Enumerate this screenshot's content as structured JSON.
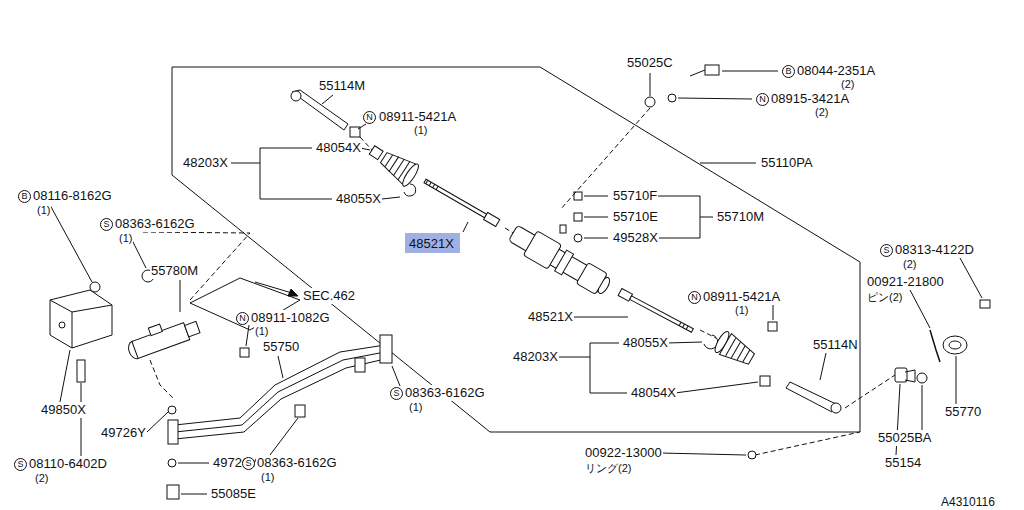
{
  "diagram": {
    "nodes": [
      {
        "text": [
          "48521X"
        ]
      }
    ],
    "labels": [
      "55114M",
      "N",
      "08911-5421A",
      "(1)",
      "48054X",
      "48203X",
      "48055X",
      "55025C",
      "B",
      "08044-2351A",
      "(2)",
      "N",
      "08915-3421A",
      "(2)",
      "55110PA",
      "55710F",
      "55710E",
      "55710M",
      "49528X",
      "B",
      "08116-8162G",
      "(1)",
      "S",
      "08363-6162G",
      "(1)",
      "55780M",
      "SEC.462",
      "N",
      "08911-1082G",
      "(1)",
      "48521X",
      "N",
      "08911-5421A",
      "(1)",
      "55750",
      "48055X",
      "55114N",
      "48203X",
      "S",
      "08313-4122D",
      "(2)",
      "00921-21800",
      "ピン(2)",
      "S",
      "08363-6162G",
      "(1)",
      "48054X",
      "49850X",
      "55770",
      "49726Y",
      "55025BA",
      "00922-13000",
      "リング(2)",
      "55154",
      "49726Y",
      "S",
      "08110-6402D",
      "(2)",
      "S",
      "08363-6162G",
      "(1)",
      "55085E",
      "A4310116"
    ]
  }
}
